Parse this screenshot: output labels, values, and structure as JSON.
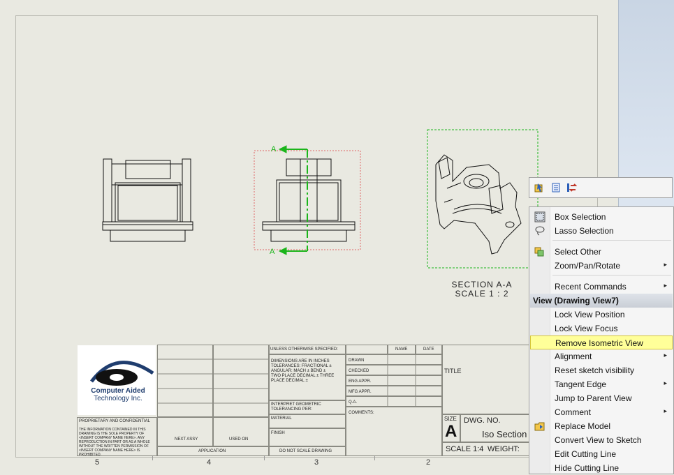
{
  "drawing": {
    "section_label": "SECTION A-A",
    "section_scale": "SCALE 1 : 2",
    "cut_letter_top": "A",
    "cut_letter_bottom": "A",
    "zones": [
      "5",
      "4",
      "3",
      "2"
    ]
  },
  "title_block": {
    "logo_line1": "Computer Aided",
    "logo_line2": "Technology Inc.",
    "unless": "UNLESS OTHERWISE SPECIFIED:",
    "name_hdr": "NAME",
    "date_hdr": "DATE",
    "dims": "DIMENSIONS ARE IN INCHES TOLERANCES: FRACTIONAL ± ANGULAR: MACH ± BEND ± TWO PLACE DECIMAL ± THREE PLACE DECIMAL ±",
    "interpret": "INTERPRET GEOMETRIC TOLERANCING PER:",
    "drawn": "DRAWN",
    "checked": "CHECKED",
    "eng_appr": "ENG APPR.",
    "mfg_appr": "MFG APPR.",
    "qa": "Q.A.",
    "comments": "COMMENTS:",
    "material": "MATERIAL",
    "finish": "FINISH",
    "next_assy": "NEXT ASSY",
    "used_on": "USED ON",
    "application": "APPLICATION",
    "do_not_scale": "DO NOT SCALE DRAWING",
    "proprietary": "PROPRIETARY AND CONFIDENTIAL",
    "proprietary_text": "THE INFORMATION CONTAINED IN THIS DRAWING IS THE SOLE PROPERTY OF <INSERT COMPANY NAME HERE>. ANY REPRODUCTION IN PART OR AS A WHOLE WITHOUT THE WRITTEN PERMISSION OF <INSERT COMPANY NAME HERE> IS PROHIBITED.",
    "title": "TITLE",
    "size_lbl": "SIZE",
    "size_val": "A",
    "dwg_no_lbl": "DWG. NO.",
    "dwg_no_val": "Iso Section",
    "scale": "SCALE 1:4",
    "weight": "WEIGHT:"
  },
  "toolbar": {
    "icons": [
      "smart-select-icon",
      "component-list-icon",
      "swap-icon"
    ]
  },
  "menu": {
    "box_selection": "Box Selection",
    "lasso_selection": "Lasso Selection",
    "select_other": "Select Other",
    "zoom_pan_rotate": "Zoom/Pan/Rotate",
    "recent_commands": "Recent Commands",
    "view_header": "View (Drawing View7)",
    "lock_view_position": "Lock View Position",
    "lock_view_focus": "Lock View Focus",
    "remove_isometric_view": "Remove Isometric View",
    "alignment": "Alignment",
    "reset_sketch_visibility": "Reset sketch visibility",
    "tangent_edge": "Tangent Edge",
    "jump_to_parent_view": "Jump to Parent View",
    "comment": "Comment",
    "replace_model": "Replace Model",
    "convert_view_to_sketch": "Convert View to Sketch",
    "edit_cutting_line": "Edit Cutting Line",
    "hide_cutting_line": "Hide Cutting Line",
    "submenu_arrow": "▸",
    "highlight_color": "#ffff99"
  }
}
